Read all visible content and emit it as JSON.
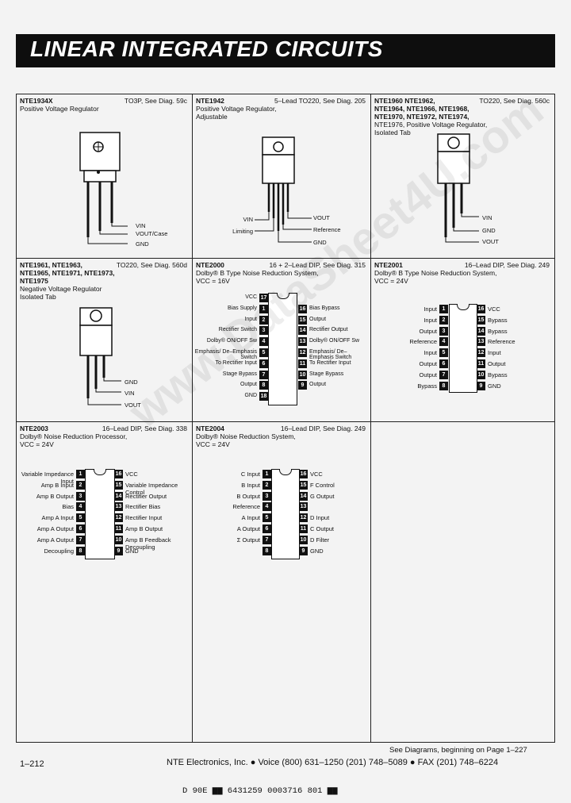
{
  "page_title": "LINEAR INTEGRATED CIRCUITS",
  "cells": {
    "c1": {
      "part": "NTE1934X",
      "pkg": "TO3P, See Diag. 59c",
      "desc": "Positive Voltage Regulator",
      "pins": [
        "VIN",
        "VOUT/Case",
        "GND"
      ]
    },
    "c2": {
      "part": "NTE1942",
      "pkg": "5–Lead TO220, See Diag. 205",
      "desc": "Positive Voltage Regulator,",
      "desc2": "Adjustable",
      "pins": [
        "VIN",
        "VOUT",
        "Limiting",
        "Reference",
        "GND"
      ]
    },
    "c3": {
      "part": "NTE1960",
      "part_rest": " NTE1962,",
      "pkg": "TO220, See Diag. 560c",
      "line2": "NTE1964, NTE1966, NTE1968,",
      "line3": "NTE1970, NTE1972, NTE1974,",
      "line4": "NTE1976, Positive Voltage Regulator,",
      "line5": "Isolated Tab",
      "pins": [
        "VIN",
        "GND",
        "VOUT"
      ]
    },
    "c4": {
      "part": "NTE1961, NTE1963,",
      "pkg": "TO220, See Diag. 560d",
      "line2": "NTE1965, NTE1971, NTE1973,",
      "line3": "NTE1975",
      "line4": "Negative Voltage Regulator",
      "line5": "Isolated Tab",
      "pins": [
        "GND",
        "VIN",
        "VOUT"
      ]
    },
    "c5": {
      "part": "NTE2000",
      "pkg": "16 + 2–Lead DIP, See Diag. 315",
      "desc": "Dolby® B Type Noise Reduction System,",
      "vcc": "VCC = 16V",
      "left": [
        "VCC",
        "Bias Supply",
        "Input",
        "Rectifier Switch",
        "Dolby® ON/OFF Sw",
        "Emphasis/ De–Emphasis Switch",
        "To Rectifier Input",
        "Stage Bypass",
        "Output",
        "GND"
      ],
      "right": [
        "Bias Bypass",
        "Output",
        "Rectifier Output",
        "Dolby® ON/OFF Sw",
        "Emphasis/ De–Emphasis Switch",
        "To Rectifier Input",
        "Stage Bypass",
        "Output"
      ],
      "lnums": [
        "17",
        "1",
        "2",
        "3",
        "4",
        "5",
        "6",
        "7",
        "8",
        "18"
      ],
      "rnums": [
        "16",
        "15",
        "14",
        "13",
        "12",
        "11",
        "10",
        "9"
      ]
    },
    "c6": {
      "part": "NTE2001",
      "pkg": "16–Lead DIP, See Diag. 249",
      "desc": "Dolby® B Type Noise Reduction System,",
      "vcc": "VCC = 24V",
      "left": [
        "Input",
        "Input",
        "Output",
        "Reference",
        "Input",
        "Output",
        "Output",
        "Bypass"
      ],
      "right": [
        "VCC",
        "Bypass",
        "Bypass",
        "Reference",
        "Input",
        "Output",
        "Bypass",
        "GND"
      ],
      "lnums": [
        "1",
        "2",
        "3",
        "4",
        "5",
        "6",
        "7",
        "8"
      ],
      "rnums": [
        "16",
        "15",
        "14",
        "13",
        "12",
        "11",
        "10",
        "9"
      ]
    },
    "c7": {
      "part": "NTE2003",
      "pkg": "16–Lead DIP, See Diag. 338",
      "desc": "Dolby® Noise Reduction Processor,",
      "vcc": "VCC = 24V",
      "left": [
        "Variable Impedance Input",
        "Amp B Input",
        "Amp B Output",
        "Bias",
        "Amp A Input",
        "Amp A Output",
        "Amp A Output",
        "Decoupling"
      ],
      "right": [
        "VCC",
        "Variable Impedance Control",
        "Rectifier Output",
        "Rectifier Bias",
        "Rectifier Input",
        "Amp B Output",
        "Amp B Feedback Decoupling",
        "GND"
      ],
      "lnums": [
        "1",
        "2",
        "3",
        "4",
        "5",
        "6",
        "7",
        "8"
      ],
      "rnums": [
        "16",
        "15",
        "14",
        "13",
        "12",
        "11",
        "10",
        "9"
      ]
    },
    "c8": {
      "part": "NTE2004",
      "pkg": "16–Lead DIP, See Diag. 249",
      "desc": "Dolby® Noise Reduction System,",
      "vcc": "VCC = 24V",
      "left": [
        "C Input",
        "B Input",
        "B Output",
        "Reference",
        "A Input",
        "A Output",
        "Σ Output",
        ""
      ],
      "right": [
        "VCC",
        "F Control",
        "G Output",
        "",
        "D Input",
        "C Output",
        "D Filter",
        "GND"
      ],
      "lnums": [
        "1",
        "2",
        "3",
        "4",
        "5",
        "6",
        "7",
        "8"
      ],
      "rnums": [
        "16",
        "15",
        "14",
        "13",
        "12",
        "11",
        "10",
        "9"
      ]
    }
  },
  "footer": {
    "see_diagrams": "See Diagrams, beginning on Page 1–227",
    "page_num": "1–212",
    "company": "NTE Electronics, Inc. ● Voice (800) 631–1250 (201) 748–5089 ● FAX (201) 748–6224",
    "barcode_text": "D  90E  ▆▆  6431259 0003716 801  ▆▆"
  },
  "watermark": "www.DataSheet4U.com"
}
